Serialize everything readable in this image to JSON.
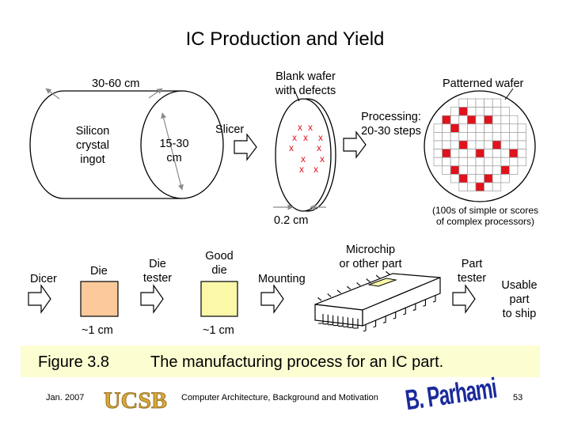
{
  "title": "IC Production and Yield",
  "labels": {
    "ingot_length": "30-60 cm",
    "ingot": "Silicon\ncrystal\ningot",
    "ingot_diameter": "15-30\ncm",
    "slicer": "Slicer",
    "blank_wafer": "Blank wafer\nwith defects",
    "wafer_thickness": "0.2 cm",
    "processing": "Processing:\n20-30 steps",
    "patterned_wafer": "Patterned wafer",
    "processor_note": "(100s of simple or scores\nof complex processors)",
    "dicer": "Dicer",
    "die": "Die",
    "die_size_1": "~1 cm",
    "die_tester": "Die\ntester",
    "good_die": "Good\ndie",
    "die_size_2": "~1 cm",
    "mounting": "Mounting",
    "microchip": "Microchip\nor other part",
    "part_tester": "Part\ntester",
    "usable_part": "Usable\npart\nto ship",
    "defect_mark": "x"
  },
  "caption": {
    "figure": "Figure 3.8",
    "text": "The manufacturing process for an IC part."
  },
  "footer": {
    "date": "Jan. 2007",
    "logo": "UCSB",
    "course": "Computer Architecture, Background and Motivation",
    "brand": "B. Parhami",
    "page": "53"
  },
  "colors": {
    "defect": "#e0121c",
    "die_fill": "#fcc99b",
    "good_die_fill": "#fbf9a8",
    "caption_band": "#fdfdd2",
    "logo_gold": "#d8a838",
    "brand_blue": "#1b2a9a"
  }
}
